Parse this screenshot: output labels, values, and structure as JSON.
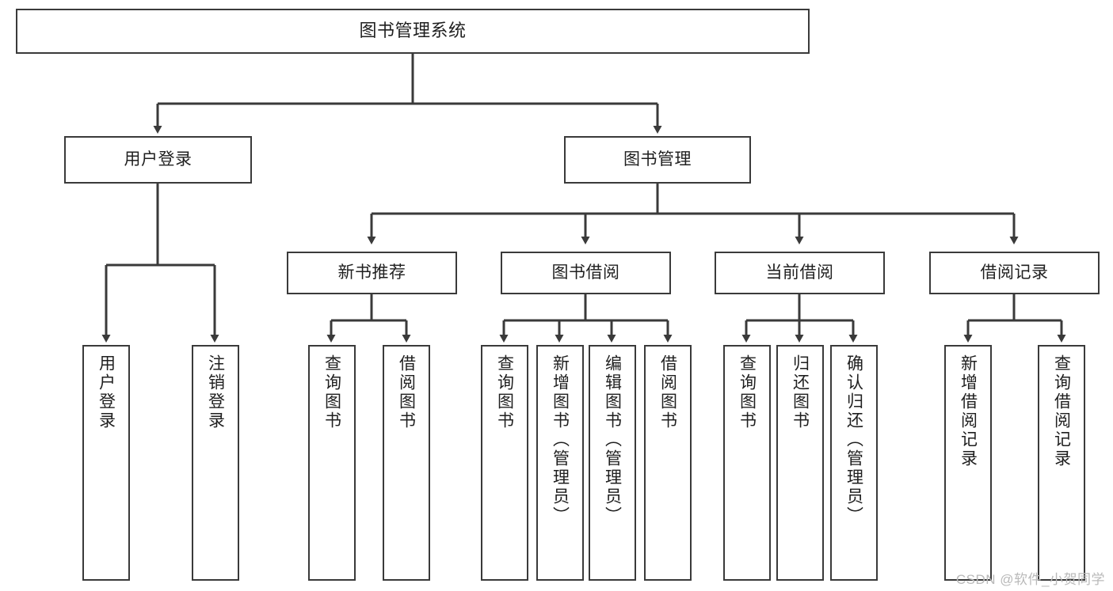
{
  "diagram": {
    "title": "图书管理系统",
    "type": "tree",
    "watermark": "CSDN @软件_小贺同学",
    "colors": {
      "box_border": "#3a3a3a",
      "box_fill": "#ffffff",
      "connector": "#3a3a3a",
      "text": "#1f1f1f",
      "watermark": "#b9b9b9"
    },
    "root": {
      "label": "图书管理系统"
    },
    "level2": [
      {
        "label": "用户登录"
      },
      {
        "label": "图书管理"
      }
    ],
    "level3": [
      {
        "label": "新书推荐"
      },
      {
        "label": "图书借阅"
      },
      {
        "label": "当前借阅"
      },
      {
        "label": "借阅记录"
      }
    ],
    "leaves": {
      "user_login": [
        {
          "label": "用户登录"
        },
        {
          "label": "注销登录"
        }
      ],
      "new_book": [
        {
          "label": "查询图书"
        },
        {
          "label": "借阅图书"
        }
      ],
      "book_borrow": [
        {
          "label": "查询图书"
        },
        {
          "label": "新增图书（管理员）"
        },
        {
          "label": "编辑图书（管理员）"
        },
        {
          "label": "借阅图书"
        }
      ],
      "current_borrow": [
        {
          "label": "查询图书"
        },
        {
          "label": "归还图书"
        },
        {
          "label": "确认归还（管理员）"
        }
      ],
      "borrow_record": [
        {
          "label": "新增借阅记录"
        },
        {
          "label": "查询借阅记录"
        }
      ]
    }
  }
}
